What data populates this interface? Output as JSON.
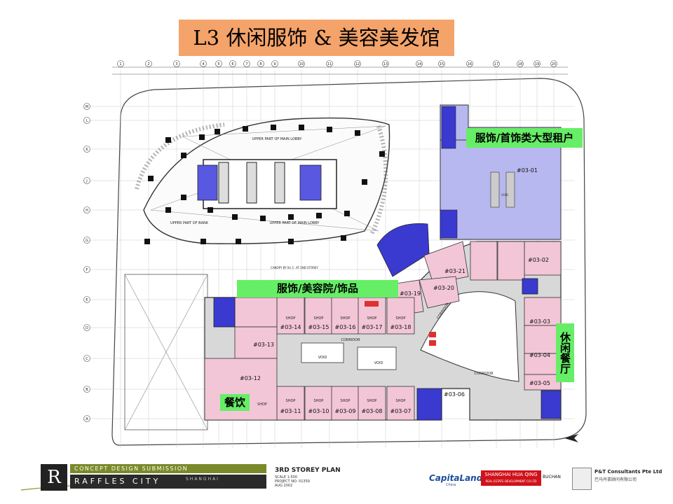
{
  "title": "L3 休闲服饰 & 美容美发馆",
  "zones": {
    "anchor": "服饰/首饰类大型租户",
    "beauty": "服饰/美容院/饰品",
    "casual_dining": "休闲餐厅",
    "food": "餐饮"
  },
  "units": [
    {
      "id": "#03-01"
    },
    {
      "id": "#03-02"
    },
    {
      "id": "#03-03"
    },
    {
      "id": "#03-04"
    },
    {
      "id": "#03-05"
    },
    {
      "id": "#03-06"
    },
    {
      "id": "#03-07"
    },
    {
      "id": "#03-08"
    },
    {
      "id": "#03-09"
    },
    {
      "id": "#03-10"
    },
    {
      "id": "#03-11"
    },
    {
      "id": "#03-12"
    },
    {
      "id": "#03-13"
    },
    {
      "id": "#03-14"
    },
    {
      "id": "#03-15"
    },
    {
      "id": "#03-16"
    },
    {
      "id": "#03-17"
    },
    {
      "id": "#03-18"
    },
    {
      "id": "#03-19"
    },
    {
      "id": "#03-20"
    },
    {
      "id": "#03-21"
    }
  ],
  "plan_labels": {
    "shop": "SHOP",
    "corridor": "CORRIDOR",
    "void": "VOID",
    "upper_main_lobby": "UPPER PART OF MAIN LOBBY",
    "upper_bank": "UPPER PART OF BANK",
    "canopy": "CANOPY BY N.I.C. AT 2ND STOREY"
  },
  "grid_columns": [
    "1",
    "2",
    "3",
    "4",
    "5",
    "6",
    "7",
    "8",
    "9",
    "10",
    "11",
    "12",
    "13",
    "14",
    "15",
    "16",
    "17",
    "18",
    "19",
    "20"
  ],
  "grid_rows": [
    "M",
    "L",
    "K",
    "J",
    "H",
    "G",
    "F",
    "E",
    "D",
    "C",
    "B",
    "A"
  ],
  "footer": {
    "logo": "R",
    "submission": "CONCEPT DESIGN SUBMISSION",
    "project": "RAFFLES CITY",
    "city": "SHANGHAI",
    "plan_title": "3RD STOREY PLAN",
    "scale": "SCALE 1:500",
    "project_no": "PROJECT NO: 01359",
    "date": "AUG 2002",
    "capitaland": "CapitaLand",
    "capitaland_sub": "China",
    "huaqing": "SHANGHAI HUA QING",
    "huaqing_sub": "REAL ESTATE DEVELOPMENT CO LTD",
    "buchan": "BUCHAN",
    "pt": "P&T Consultants Pte Ltd",
    "pt_cn": "巴马丹拿顾问有限公司"
  },
  "colors": {
    "title_bg": "#f4a36a",
    "zone_label_bg": "#66ee66",
    "shop_pink": "#f2c6d6",
    "anchor_blue": "#b8b8f0",
    "service_blue": "#3a3ad0",
    "corridor_grey": "#d8d8d8"
  }
}
